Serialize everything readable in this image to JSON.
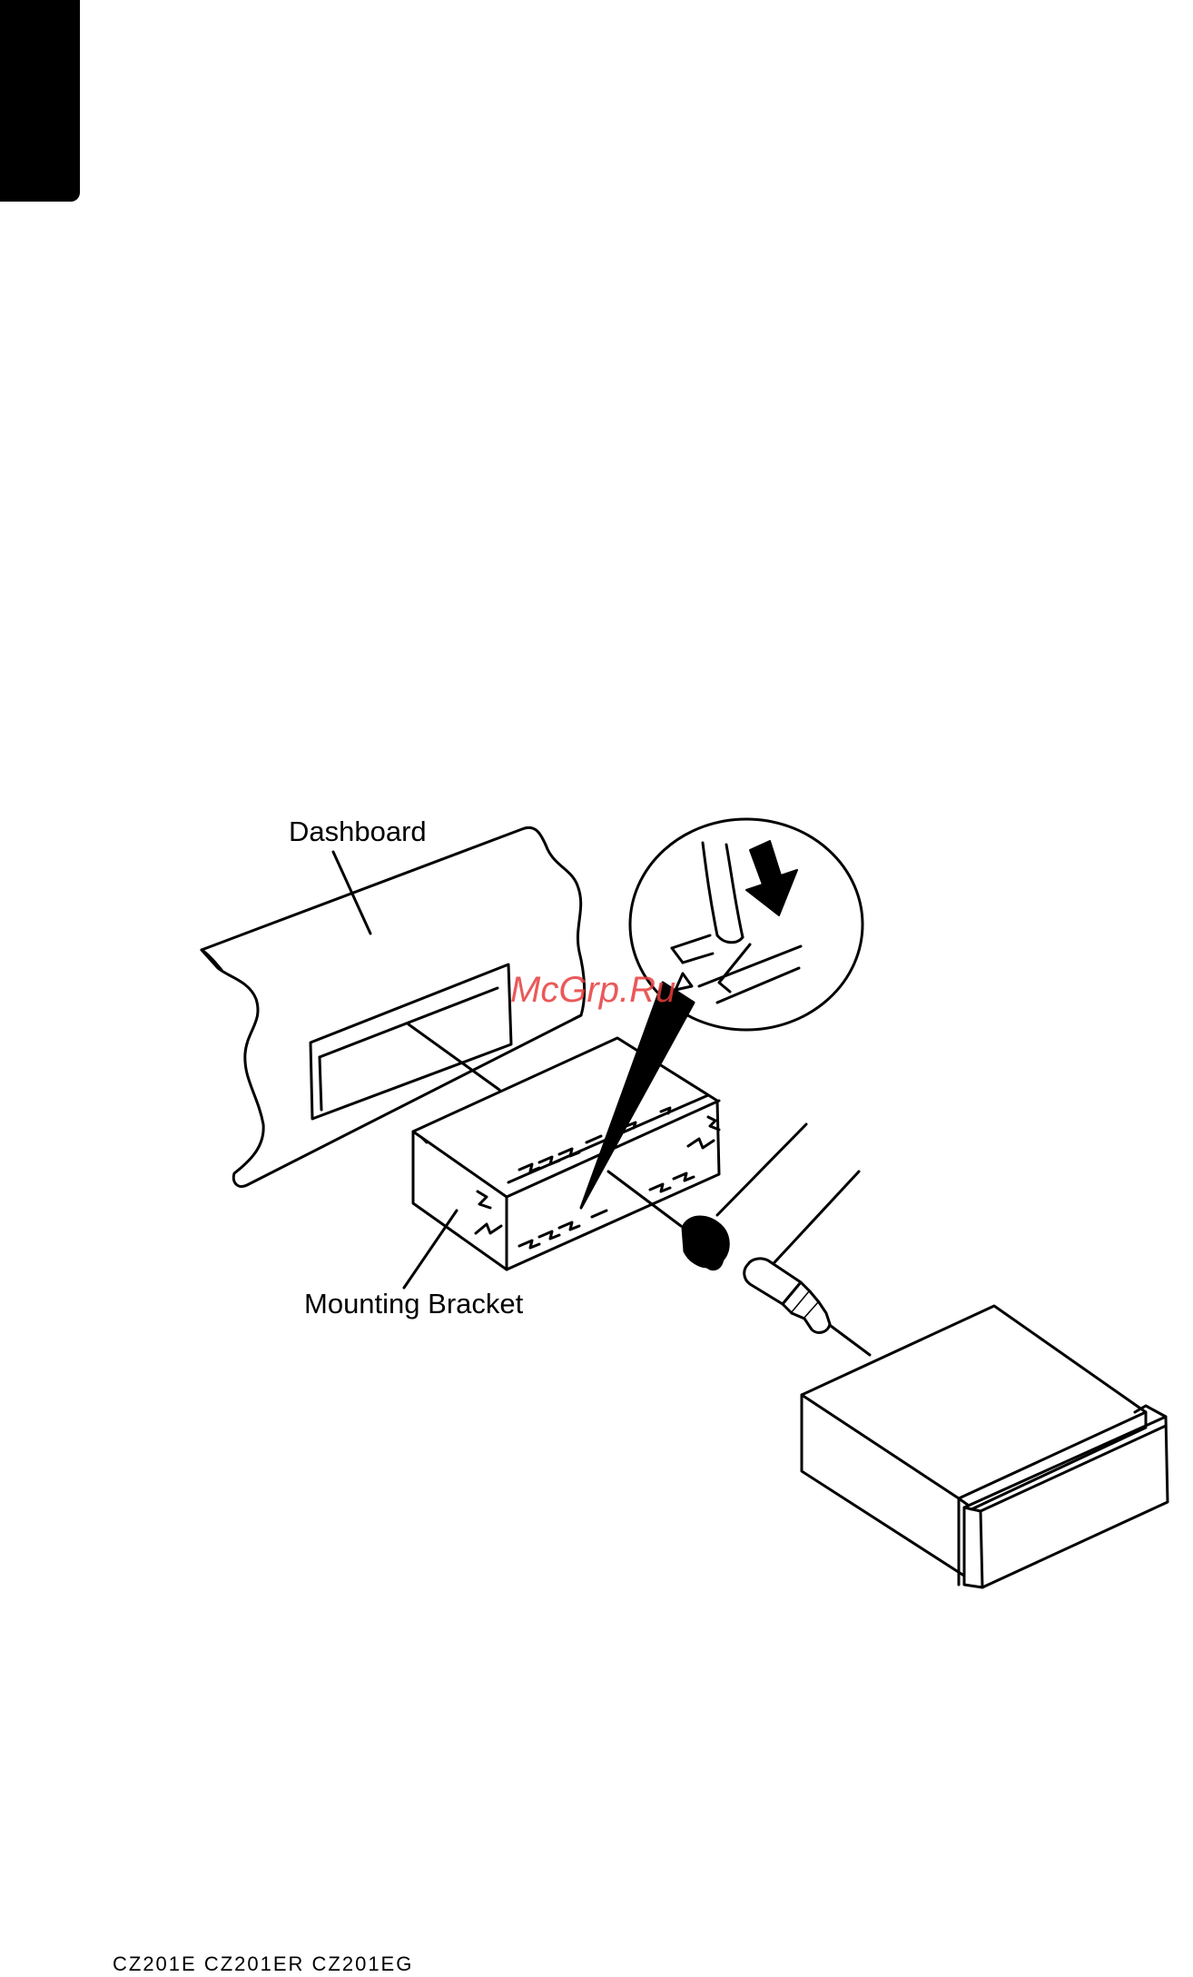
{
  "labels": {
    "dashboard": "Dashboard",
    "mounting_bracket": "Mounting Bracket"
  },
  "watermark": "McGrp.Ru",
  "footer": {
    "models": "CZ201E  CZ201ER  CZ201EG"
  },
  "icons": {
    "tab": "black-tab-marker",
    "push_arrow": "down-arrow-icon"
  }
}
